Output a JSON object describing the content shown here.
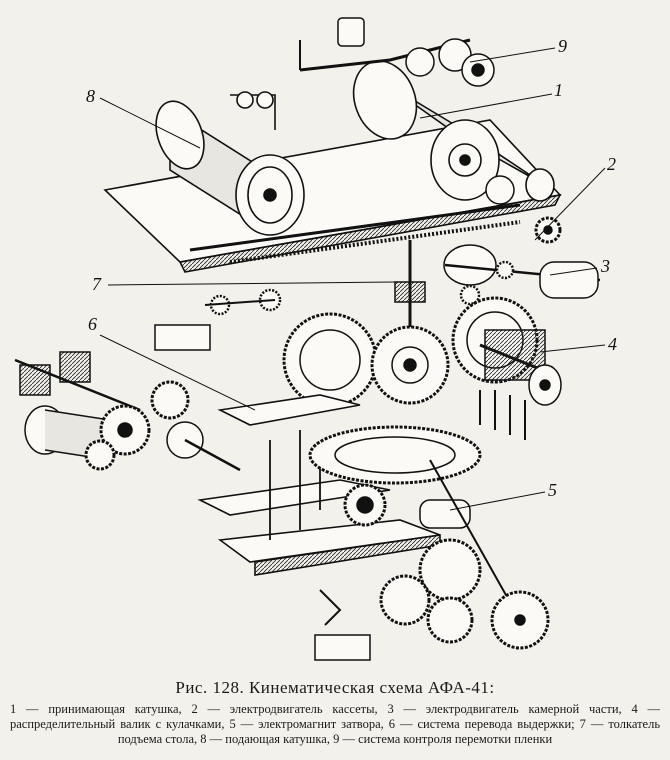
{
  "figure": {
    "title": "Рис. 128. Кинематическая схема АФА-41:",
    "legend": [
      "1 — принимающая катушка,",
      "2 — электродвигатель кассеты,",
      "3 — электродвигатель камерной части,",
      "4 — распределительный валик с кулачками,",
      "5 — электромагнит затвора,",
      "6 — система перевода выдержки;",
      "7 — толкатель подъема стола,",
      "8 — подающая катушка,",
      "9 — система контроля перемотки пленки"
    ]
  },
  "callouts": {
    "n1": "1",
    "n2": "2",
    "n3": "3",
    "n4": "4",
    "n5": "5",
    "n6": "6",
    "n7": "7",
    "n8": "8",
    "n9": "9"
  },
  "colors": {
    "ink": "#111111",
    "paper": "#f3f1ec"
  }
}
